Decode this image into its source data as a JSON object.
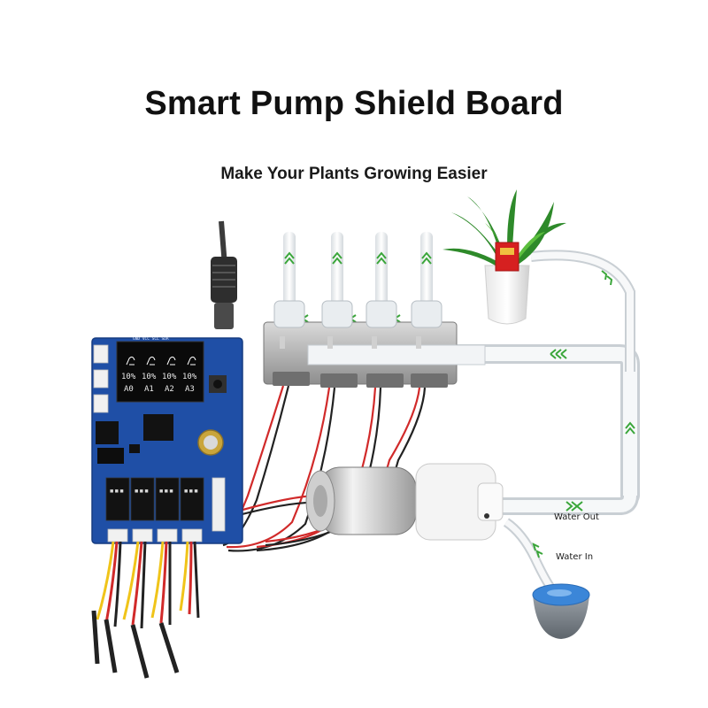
{
  "title": "Smart Pump Shield Board",
  "subtitle": "Make Your Plants Growing Easier",
  "labels": {
    "water_out": "Water Out",
    "water_in": "Water In"
  },
  "oled": {
    "percentages": [
      "10%",
      "10%",
      "10%",
      "10%"
    ],
    "channels": [
      "A0",
      "A1",
      "A2",
      "A3"
    ]
  },
  "pcb": {
    "header_pins": "GND VCC SCL SDA"
  },
  "colors": {
    "pcb_blue": "#1f4fa6",
    "tube": "#eef1f3",
    "arrow_green": "#3aa63a",
    "wire_red": "#d12a2a",
    "pot_red": "#d62020",
    "water_blue": "#3b86d8"
  }
}
